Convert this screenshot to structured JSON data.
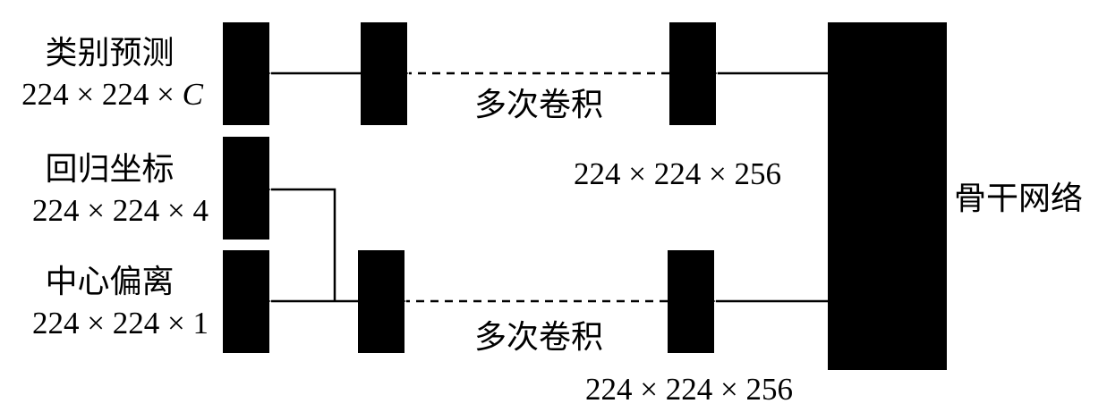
{
  "outputs": {
    "cls": {
      "title": "类别预测",
      "dims": "224 × 224 × ",
      "c_symbol": "C"
    },
    "reg": {
      "title": "回归坐标",
      "dims": "224 × 224 × 4"
    },
    "ctr": {
      "title": "中心偏离",
      "dims": "224 × 224 × 1"
    }
  },
  "branches": {
    "top": {
      "conv_label": "多次卷积",
      "feature_dims": "224 × 224 × 256"
    },
    "bottom": {
      "conv_label": "多次卷积",
      "feature_dims": "224 × 224 × 256"
    }
  },
  "backbone": {
    "label": "骨干网络"
  },
  "colors": {
    "block": "#000000",
    "line": "#000000",
    "background": "#ffffff"
  }
}
